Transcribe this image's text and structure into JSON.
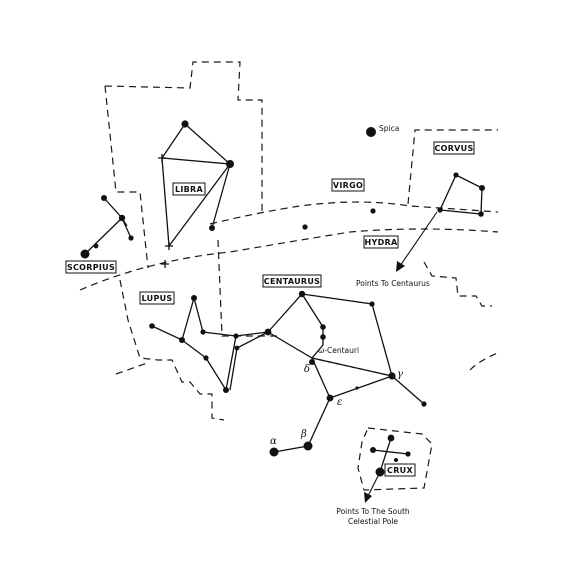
{
  "constellations": {
    "libra": "LIBRA",
    "virgo": "VIRGO",
    "corvus": "CORVUS",
    "hydra": "HYDRA",
    "scorpius": "SCORPIUS",
    "lupus": "LUPUS",
    "centaurus": "CENTAURUS",
    "crux": "CRUX"
  },
  "stars": {
    "spica": "Spica",
    "omega_centauri": "ω-Centauri",
    "alpha": "α",
    "beta": "β",
    "delta": "δ",
    "epsilon": "ε",
    "gamma": "γ"
  },
  "annotations": {
    "to_centaurus": "Points To Centaurus",
    "to_pole_line1": "Points To The South",
    "to_pole_line2": "Celestial Pole"
  }
}
